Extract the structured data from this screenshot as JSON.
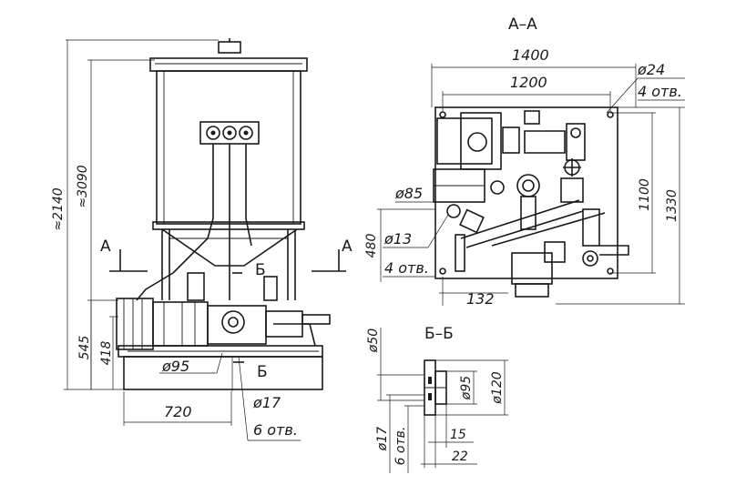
{
  "front_view": {
    "section_A_left": "A",
    "section_A_right": "A",
    "section_B_top": "Б",
    "section_B_bottom": "Б",
    "dim_height_overall": "≈2140",
    "dim_height_max": "≈3090",
    "dim_545": "545",
    "dim_418": "418",
    "dim_720": "720",
    "dim_d95": "ø95",
    "dim_d17": "ø17",
    "dim_holes6": "6 отв."
  },
  "section_AA": {
    "title": "А–А",
    "dim_1400": "1400",
    "dim_1200": "1200",
    "dim_d24": "ø24",
    "dim_holes4_top": "4 отв.",
    "dim_1100": "1100",
    "dim_1330": "1330",
    "dim_d85": "ø85",
    "dim_d13": "ø13",
    "dim_480": "480",
    "dim_holes4_bottom": "4 отв.",
    "dim_132": "132"
  },
  "section_BB": {
    "title": "Б–Б",
    "dim_d50": "ø50",
    "dim_d95": "ø95",
    "dim_d120": "ø120",
    "dim_d17": "ø17",
    "dim_holes6": "6 отв.",
    "dim_15": "15",
    "dim_22": "22"
  }
}
